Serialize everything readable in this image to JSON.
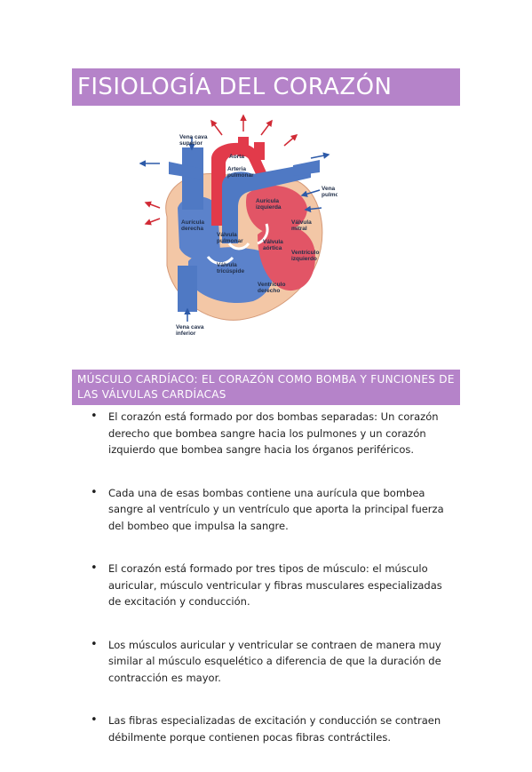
{
  "title": "FISIOLOGÍA DEL CORAZÓN",
  "diagram": {
    "labels": {
      "vena_cava_superior": [
        "Vena cava",
        "superior"
      ],
      "aorta": "Aorta",
      "arteria_pulmonar": [
        "Arteria",
        "pulmonar"
      ],
      "vena_pulmonar": [
        "Vena",
        "pulmonar"
      ],
      "auricula_izquierda": [
        "Aurícula",
        "izquierda"
      ],
      "valvula_mitral": [
        "Válvula",
        "mitral"
      ],
      "auricula_derecha": [
        "Aurícula",
        "derecha"
      ],
      "valvula_pulmonar": [
        "Válvula",
        "pulmonar"
      ],
      "valvula_aortica": [
        "Válvula",
        "aórtica"
      ],
      "ventriculo_izquierdo": [
        "Ventrículo",
        "izquierdo"
      ],
      "valvula_tricuspide": [
        "Válvula",
        "tricúspide"
      ],
      "ventriculo_derecho": [
        "Ventrículo",
        "derecho"
      ],
      "vena_cava_inferior": [
        "Vena cava",
        "inferior"
      ]
    },
    "colors": {
      "oxygenated": "#e23a4a",
      "deoxygenated": "#4f79c4",
      "wall": "#f3c7a6",
      "arrow_red": "#d12a35",
      "arrow_blue": "#2d5aa8"
    }
  },
  "section": {
    "heading": "MÚSCULO CARDÍACO: EL CORAZÓN COMO BOMBA Y FUNCIONES DE LAS VÁLVULAS CARDÍACAS",
    "bullets": [
      "El corazón está formado por dos bombas separadas: Un corazón derecho que bombea sangre hacia los pulmones y un corazón izquierdo que bombea sangre hacia los órganos periféricos.",
      "Cada una de esas bombas contiene una aurícula que bombea sangre al ventrículo y un ventrículo que aporta la principal fuerza del bombeo que impulsa la sangre.",
      "El corazón está formado por tres tipos de músculo: el músculo auricular, músculo ventricular y fibras musculares especializadas de excitación y conducción.",
      "Los músculos auricular y ventricular se contraen de manera muy similar al músculo esquelético a diferencia de que la duración de contracción es mayor.",
      "Las fibras especializadas de excitación y conducción se contraen débilmente porque contienen pocas fibras contráctiles."
    ]
  }
}
